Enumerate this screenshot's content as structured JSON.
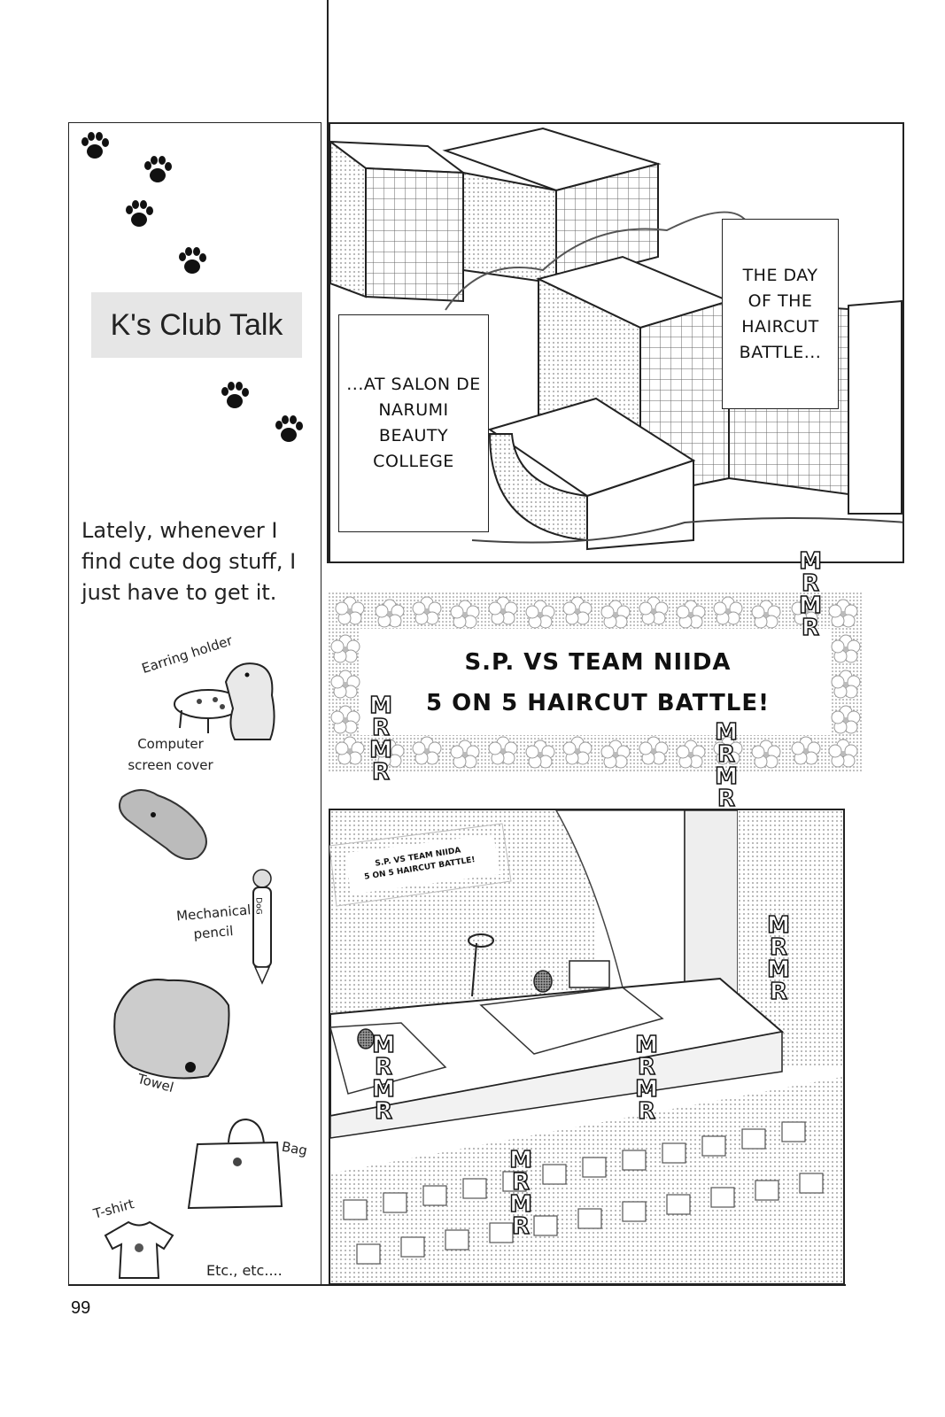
{
  "sidebar": {
    "title": "K's Club Talk",
    "text": "Lately, whenever I find cute dog stuff, I just have to get it.",
    "items": [
      {
        "label": "Earring holder",
        "icon": "earring-holder-dog-icon"
      },
      {
        "label": "Computer screen cover",
        "icon": "dog-screen-cover-icon"
      },
      {
        "label": "Mechanical pencil",
        "icon": "dog-pencil-icon"
      },
      {
        "label": "Towel",
        "icon": "dog-towel-icon"
      },
      {
        "label": "Bag",
        "icon": "dog-bag-icon"
      },
      {
        "label": "T-shirt",
        "icon": "dog-tshirt-icon"
      }
    ],
    "pencil_text": "DoG",
    "footer": "Etc., etc...."
  },
  "panel1": {
    "caption_left": "...AT SALON DE NARUMI BEAUTY COLLEGE",
    "caption_right": "THE DAY OF THE HAIRCUT BATTLE..."
  },
  "banner": {
    "line1": "S.P. VS TEAM NIIDA",
    "line2": "5 ON 5 HAIRCUT BATTLE!"
  },
  "panel3": {
    "mini_banner_line1": "S.P. VS TEAM NIIDA",
    "mini_banner_line2": "5 ON 5 HAIRCUT BATTLE!"
  },
  "sfx": {
    "murmur": "MRMR"
  },
  "page_number": "99"
}
